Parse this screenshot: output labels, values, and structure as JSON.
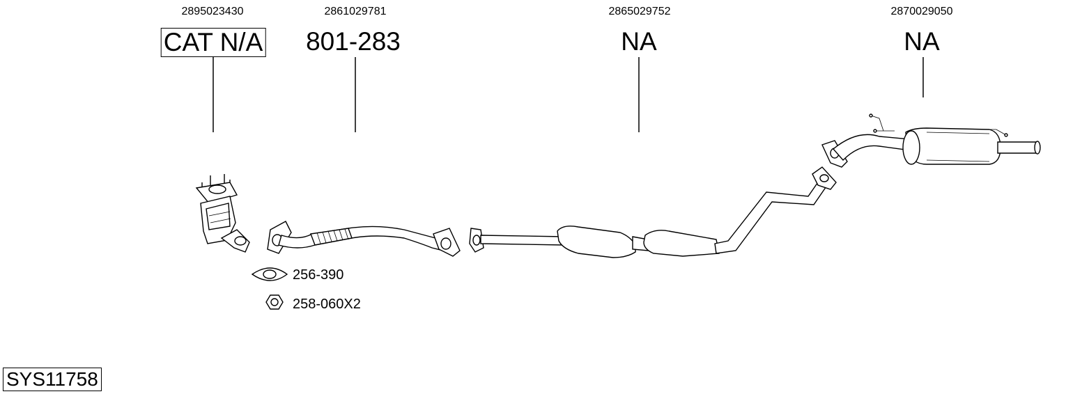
{
  "parts": [
    {
      "part_number": "2895023430",
      "reference": "CAT N/A",
      "boxed": true
    },
    {
      "part_number": "2861029781",
      "reference": "801-283",
      "boxed": false
    },
    {
      "part_number": "2865029752",
      "reference": "NA",
      "boxed": false
    },
    {
      "part_number": "2870029050",
      "reference": "NA",
      "boxed": false
    }
  ],
  "hardware": [
    {
      "code": "256-390",
      "icon": "gasket-icon"
    },
    {
      "code": "258-060X2",
      "icon": "hex-nut-icon"
    }
  ],
  "system_code": "SYS11758"
}
